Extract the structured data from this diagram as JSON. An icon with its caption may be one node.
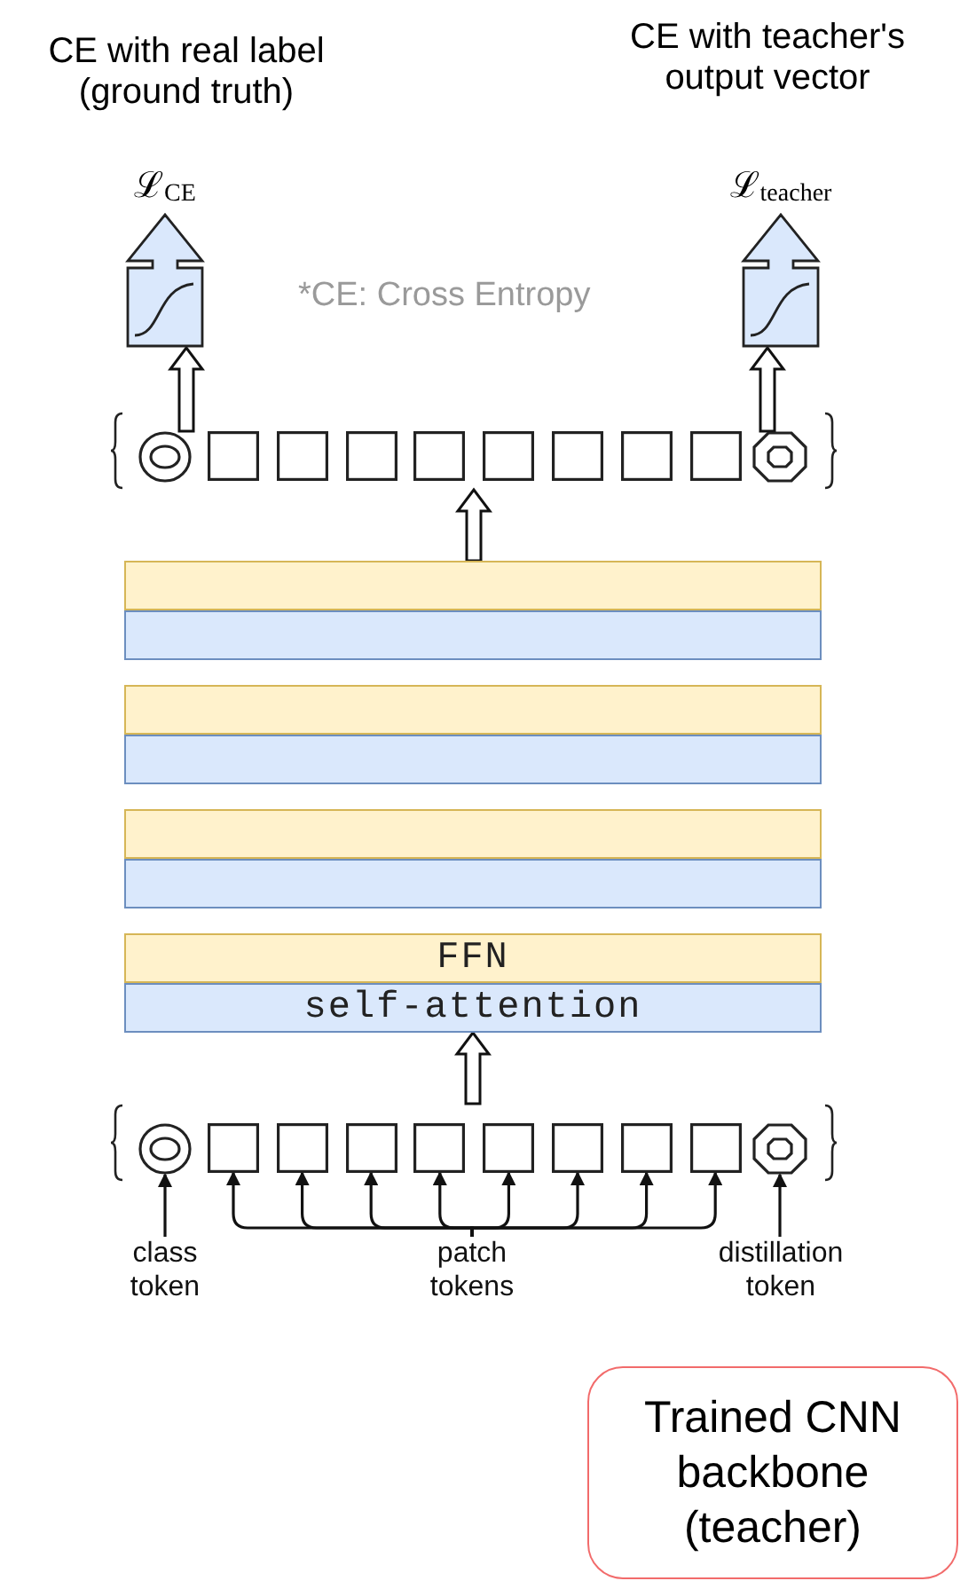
{
  "diagram": {
    "nodes": [
      {
        "text": [
          "CE with real label (ground truth)",
          "ℒ$_{CE}$"
        ]
      },
      {
        "text": [
          "CE with teacher's output vector",
          "ℒ$_{teacher}$"
        ]
      },
      {
        "text": [],
        "shape": "bracket"
      },
      {
        "text": [],
        "shape": "circle",
        "in": 2
      },
      {
        "text": [],
        "shape": "box",
        "in": 2
      },
      {
        "text": [],
        "shape": "box",
        "in": 2
      },
      {
        "text": [],
        "shape": "box",
        "in": 2
      },
      {
        "text": [],
        "shape": "box",
        "in": 2
      },
      {
        "text": [],
        "shape": "box",
        "in": 2
      },
      {
        "text": [],
        "shape": "box",
        "in": 2
      },
      {
        "text": [],
        "shape": "box",
        "in": 2
      },
      {
        "text": [],
        "shape": "box",
        "in": 2
      },
      {
        "text": [],
        "shape": "octagon",
        "in": 2
      },
      {
        "text": [],
        "shape": "bar"
      },
      {
        "text": [],
        "shape": "bar"
      },
      {
        "text": [],
        "shape": "bar"
      },
      {
        "text": [],
        "shape": "bar"
      },
      {
        "text": [],
        "shape": "bar"
      },
      {
        "text": [],
        "shape": "bar"
      },
      {
        "text": [
          "FFN"
        ]
      },
      {
        "text": [
          "self-attention"
        ]
      },
      {
        "text": [],
        "shape": "bracket"
      },
      {
        "text": [],
        "shape": "circle",
        "in": 21
      },
      {
        "text": [],
        "shape": "box",
        "in": 21
      },
      {
        "text": [],
        "shape": "box",
        "in": 21
      },
      {
        "text": [],
        "shape": "box",
        "in": 21
      },
      {
        "text": [],
        "shape": "box",
        "in": 21
      },
      {
        "text": [],
        "shape": "box",
        "in": 21
      },
      {
        "text": [],
        "shape": "box",
        "in": 21
      },
      {
        "text": [],
        "shape": "box",
        "in": 21
      },
      {
        "text": [],
        "shape": "box",
        "in": 21
      },
      {
        "text": [],
        "shape": "octagon",
        "in": 21
      },
      {
        "text": [
          "class token"
        ]
      },
      {
        "text": [
          "patch tokens"
        ]
      },
      {
        "text": [
          "distillation token"
        ]
      },
      {
        "text": [
          "Trained CNN backbone (teacher)"
        ]
      }
    ],
    "edges": [
      {
        "from": 3,
        "to": 0,
        "arrow": "to",
        "style": "thick"
      },
      {
        "from": 12,
        "to": 1,
        "arrow": "to",
        "style": "thick"
      },
      {
        "from": 13,
        "to": 2,
        "arrow": "to",
        "style": "thick"
      },
      {
        "from": 21,
        "to": 20,
        "arrow": "to",
        "style": "thick"
      },
      {
        "from": 32,
        "to": 22,
        "arrow": "to"
      },
      {
        "from": 33,
        "to": 23,
        "arrow": "to"
      },
      {
        "from": 33,
        "to": 24,
        "arrow": "to"
      },
      {
        "from": 33,
        "to": 25,
        "arrow": "to"
      },
      {
        "from": 33,
        "to": 26,
        "arrow": "to"
      },
      {
        "from": 33,
        "to": 27,
        "arrow": "to"
      },
      {
        "from": 33,
        "to": 28,
        "arrow": "to"
      },
      {
        "from": 33,
        "to": 29,
        "arrow": "to"
      },
      {
        "from": 33,
        "to": 30,
        "arrow": "to"
      },
      {
        "from": 34,
        "to": 31,
        "arrow": "to"
      }
    ],
    "labels": [
      "*CE: Cross Entropy"
    ]
  }
}
